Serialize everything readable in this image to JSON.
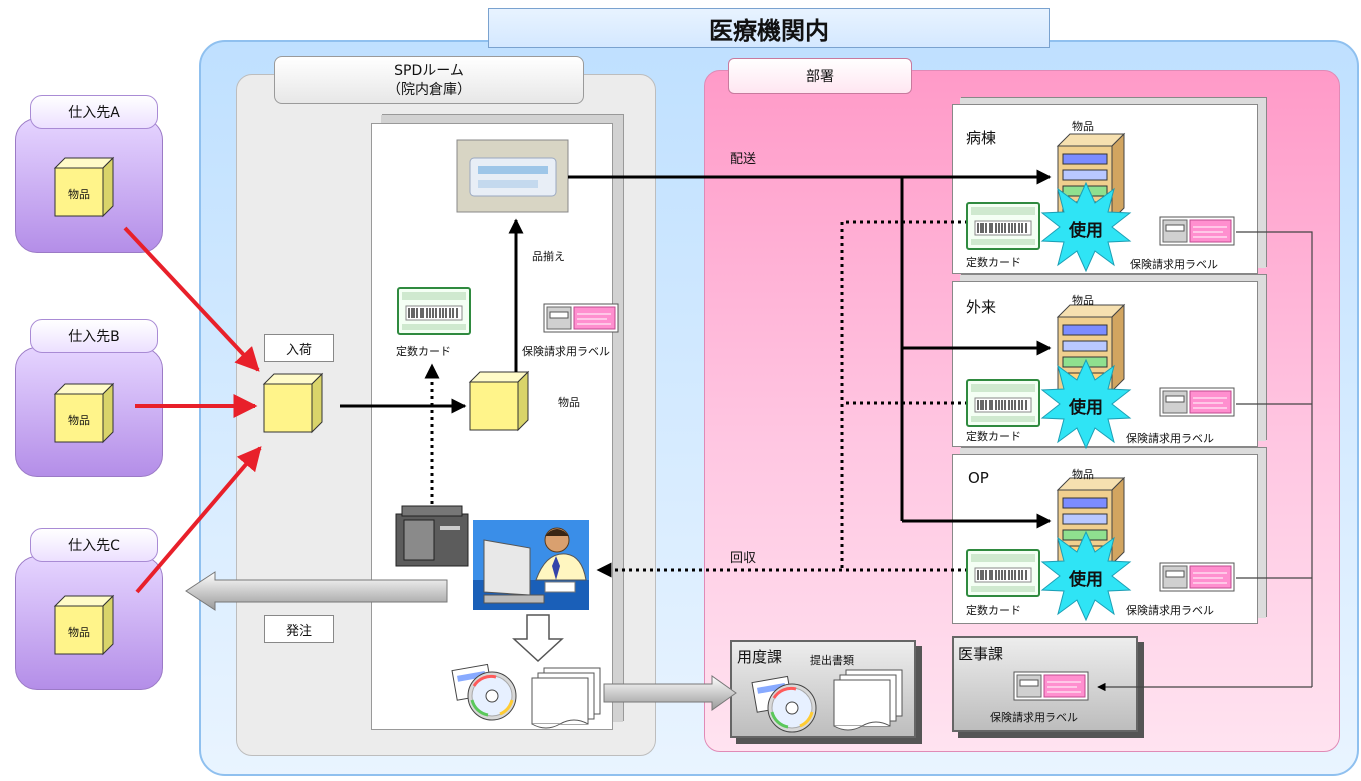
{
  "title": "医療機関内",
  "spd": {
    "label_line1": "SPDルーム",
    "label_line2": "（院内倉庫）"
  },
  "dept_label": "部署",
  "suppliers": [
    {
      "name": "仕入先A",
      "item": "物品"
    },
    {
      "name": "仕入先B",
      "item": "物品"
    },
    {
      "name": "仕入先C",
      "item": "物品"
    }
  ],
  "spd_room": {
    "nyuka": "入荷",
    "hacchu": "発注",
    "shinasoroe": "品揃え",
    "teisu_card": "定数カード",
    "hoken_label": "保険請求用ラベル",
    "item": "物品"
  },
  "flow": {
    "haiso": "配送",
    "kaishu": "回収"
  },
  "wards": [
    {
      "name": "病棟",
      "item": "物品",
      "use": "使用",
      "card": "定数カード",
      "label": "保険請求用ラベル"
    },
    {
      "name": "外来",
      "item": "物品",
      "use": "使用",
      "card": "定数カード",
      "label": "保険請求用ラベル"
    },
    {
      "name": "OP",
      "item": "物品",
      "use": "使用",
      "card": "定数カード",
      "label": "保険請求用ラベル"
    }
  ],
  "youdo": {
    "name": "用度課",
    "doc": "提出書類"
  },
  "iji": {
    "name": "医事課",
    "label": "保険請求用ラベル"
  },
  "colors": {
    "red_arrow": "#e8202a",
    "cyan_burst": "#2fe4f5",
    "pink_dept": "#ff9ac8",
    "blue_area": "#bfe0ff"
  }
}
